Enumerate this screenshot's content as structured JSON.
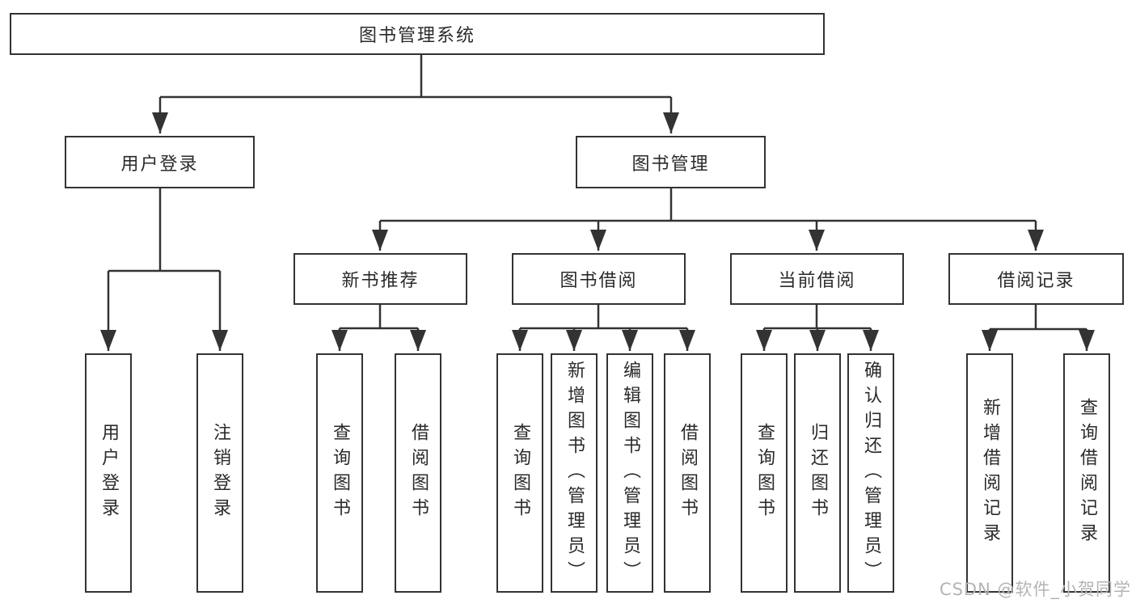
{
  "diagram": {
    "root": {
      "label": "图书管理系统"
    },
    "branches": [
      {
        "label": "用户登录",
        "children": [
          {
            "label": "用户登录"
          },
          {
            "label": "注销登录"
          }
        ]
      },
      {
        "label": "图书管理",
        "sections": [
          {
            "label": "新书推荐",
            "children": [
              {
                "label": "查询图书"
              },
              {
                "label": "借阅图书"
              }
            ]
          },
          {
            "label": "图书借阅",
            "children": [
              {
                "label": "查询图书"
              },
              {
                "label": "新增图书（管理员）"
              },
              {
                "label": "编辑图书（管理员）"
              },
              {
                "label": "借阅图书"
              }
            ]
          },
          {
            "label": "当前借阅",
            "children": [
              {
                "label": "查询图书"
              },
              {
                "label": "归还图书"
              },
              {
                "label": "确认归还（管理员）"
              }
            ]
          },
          {
            "label": "借阅记录",
            "children": [
              {
                "label": "新增借阅记录"
              },
              {
                "label": "查询借阅记录"
              }
            ]
          }
        ]
      }
    ]
  },
  "colors": {
    "line": "#333333",
    "node_border": "#333333",
    "node_text": "#2a2a2a",
    "watermark": "#b4b4b4"
  },
  "watermark": {
    "text": "CSDN @软件_小贺同学"
  }
}
